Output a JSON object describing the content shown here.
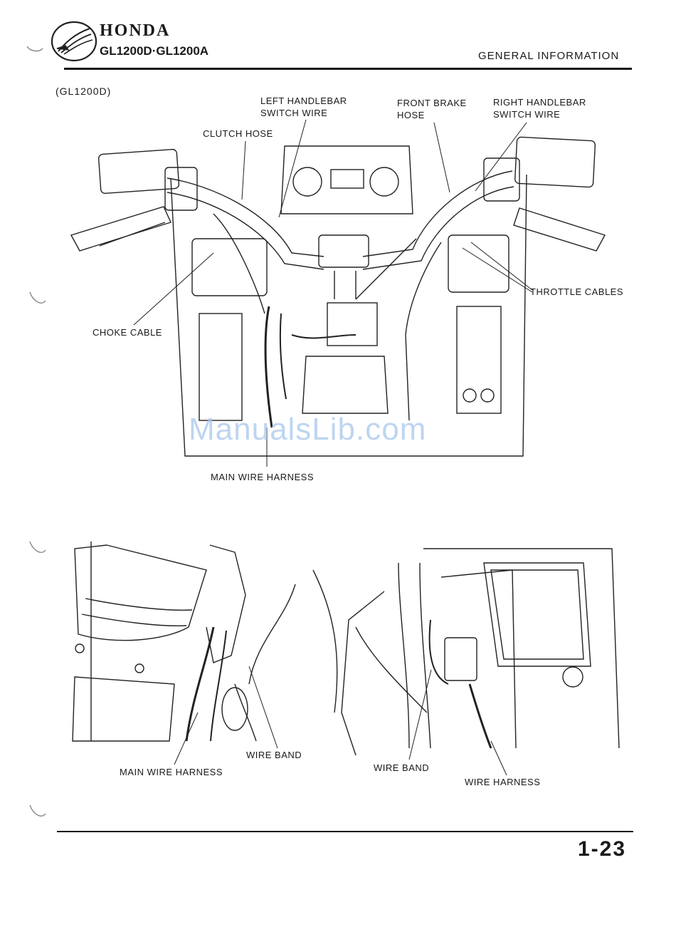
{
  "header": {
    "brand": "HONDA",
    "model": "GL1200D·GL1200A",
    "section_title": "GENERAL INFORMATION"
  },
  "figure_top": {
    "variant_label": "(GL1200D)",
    "callouts": {
      "left_handlebar_switch_wire": "LEFT HANDLEBAR\nSWITCH WIRE",
      "front_brake_hose": "FRONT BRAKE\nHOSE",
      "right_handlebar_switch_wire": "RIGHT HANDLEBAR\nSWITCH WIRE",
      "clutch_hose": "CLUTCH HOSE",
      "throttle_cables": "THROTTLE CABLES",
      "choke_cable": "CHOKE CABLE",
      "main_wire_harness": "MAIN WIRE HARNESS"
    }
  },
  "figure_bottom_left": {
    "callouts": {
      "wire_band": "WIRE BAND",
      "main_wire_harness": "MAIN WIRE HARNESS"
    }
  },
  "figure_bottom_right": {
    "callouts": {
      "wire_band": "WIRE BAND",
      "wire_harness": "WIRE HARNESS"
    }
  },
  "footer": {
    "page_number": "1-23"
  },
  "watermark": "ManualsLib.com",
  "icons": {
    "logo": "honda-wing-logo"
  }
}
